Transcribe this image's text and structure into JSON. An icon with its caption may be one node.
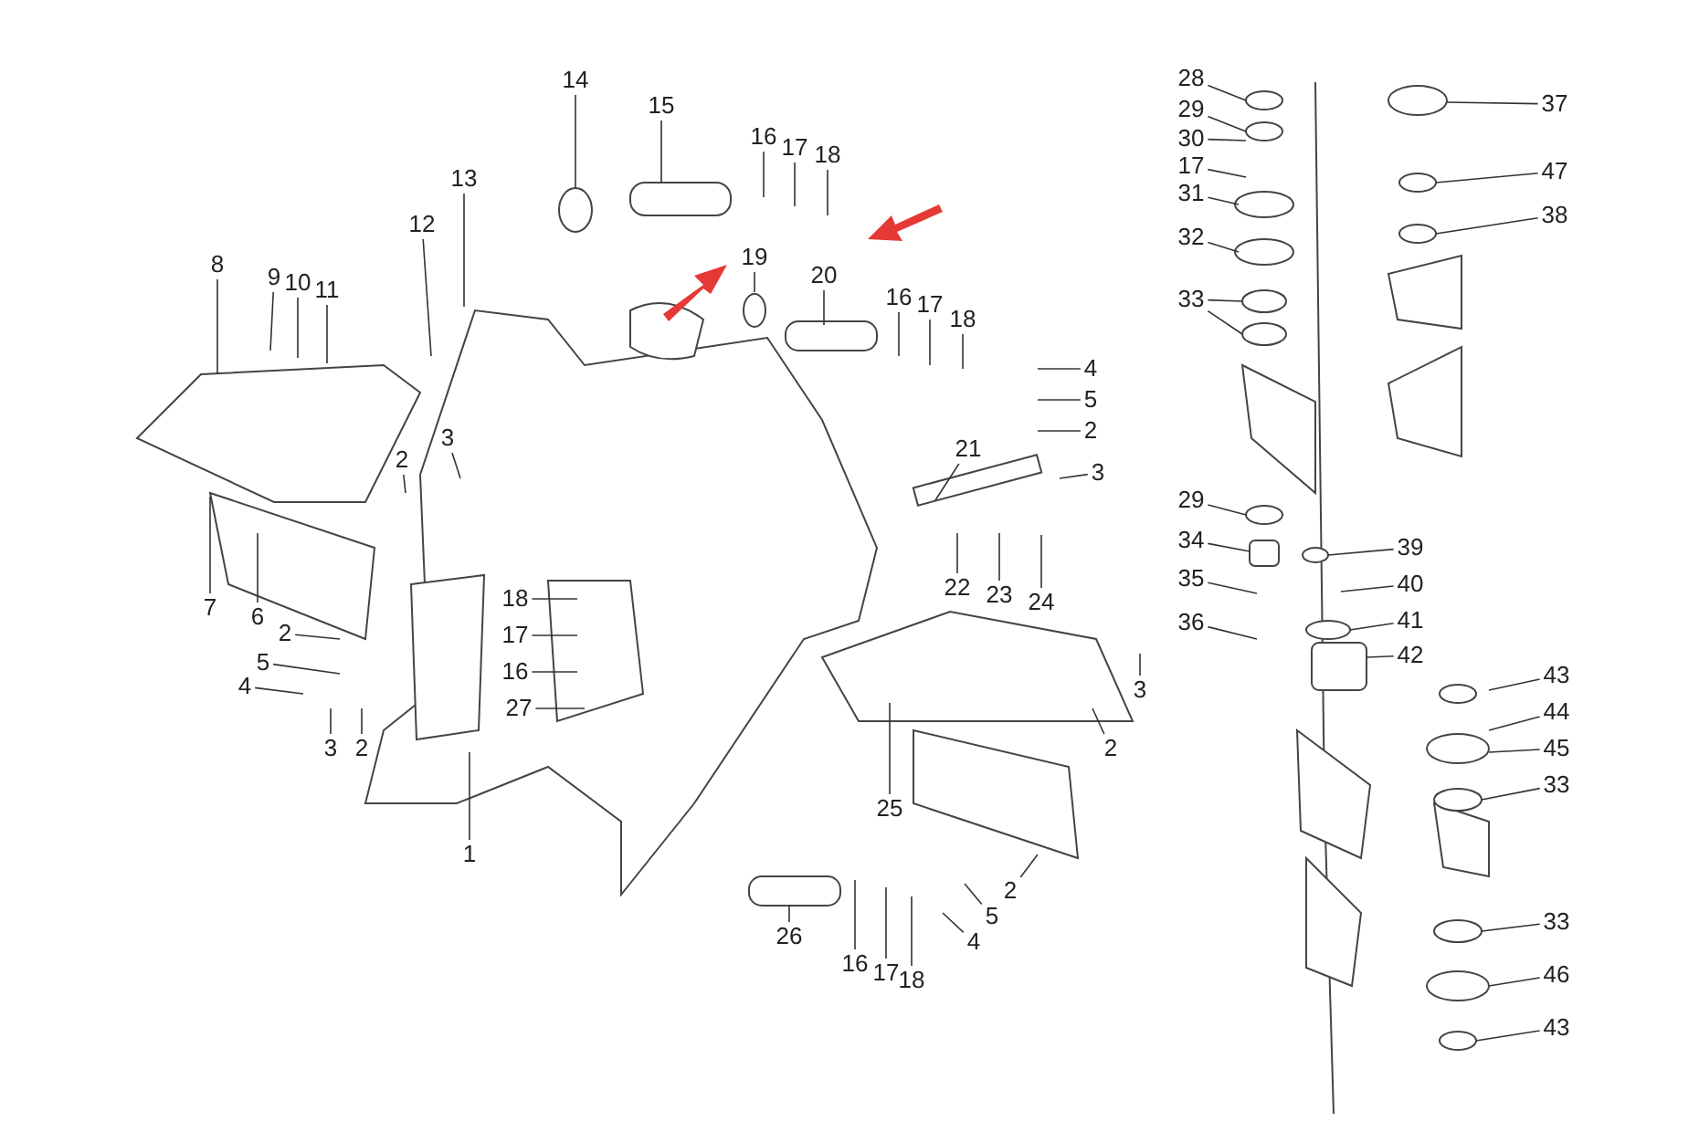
{
  "diagram": {
    "nodes": [
      {
        "text": [
          "14"
        ]
      },
      {
        "text": [
          "15"
        ]
      },
      {
        "text": [
          "16"
        ]
      },
      {
        "text": [
          "17"
        ]
      },
      {
        "text": [
          "18"
        ]
      },
      {
        "text": [
          "13"
        ]
      },
      {
        "text": [
          "19"
        ]
      },
      {
        "text": [
          "20"
        ]
      },
      {
        "text": [
          "12"
        ]
      },
      {
        "text": [
          "8"
        ]
      },
      {
        "text": [
          "9"
        ]
      },
      {
        "text": [
          "10"
        ]
      },
      {
        "text": [
          "11"
        ]
      },
      {
        "text": [
          "16"
        ]
      },
      {
        "text": [
          "17"
        ]
      },
      {
        "text": [
          "18"
        ]
      },
      {
        "text": [
          "4"
        ]
      },
      {
        "text": [
          "5"
        ]
      },
      {
        "text": [
          "2"
        ]
      },
      {
        "text": [
          "21"
        ]
      },
      {
        "text": [
          "3"
        ]
      },
      {
        "text": [
          "3"
        ]
      },
      {
        "text": [
          "2"
        ]
      },
      {
        "text": [
          "22"
        ]
      },
      {
        "text": [
          "23"
        ]
      },
      {
        "text": [
          "24"
        ]
      },
      {
        "text": [
          "7"
        ]
      },
      {
        "text": [
          "6"
        ]
      },
      {
        "text": [
          "18"
        ]
      },
      {
        "text": [
          "17"
        ]
      },
      {
        "text": [
          "16"
        ]
      },
      {
        "text": [
          "27"
        ]
      },
      {
        "text": [
          "2"
        ]
      },
      {
        "text": [
          "5"
        ]
      },
      {
        "text": [
          "4"
        ]
      },
      {
        "text": [
          "3"
        ]
      },
      {
        "text": [
          "2"
        ]
      },
      {
        "text": [
          "1"
        ]
      },
      {
        "text": [
          "25"
        ]
      },
      {
        "text": [
          "2"
        ]
      },
      {
        "text": [
          "3"
        ]
      },
      {
        "text": [
          "2"
        ]
      },
      {
        "text": [
          "5"
        ]
      },
      {
        "text": [
          "4"
        ]
      },
      {
        "text": [
          "26"
        ]
      },
      {
        "text": [
          "16"
        ]
      },
      {
        "text": [
          "17"
        ]
      },
      {
        "text": [
          "18"
        ]
      },
      {
        "text": [
          "28"
        ]
      },
      {
        "text": [
          "29"
        ]
      },
      {
        "text": [
          "30"
        ]
      },
      {
        "text": [
          "17"
        ]
      },
      {
        "text": [
          "31"
        ]
      },
      {
        "text": [
          "32"
        ]
      },
      {
        "text": [
          "33"
        ]
      },
      {
        "text": [
          "37"
        ]
      },
      {
        "text": [
          "47"
        ]
      },
      {
        "text": [
          "38"
        ]
      },
      {
        "text": [
          "29"
        ]
      },
      {
        "text": [
          "34"
        ]
      },
      {
        "text": [
          "35"
        ]
      },
      {
        "text": [
          "36"
        ]
      },
      {
        "text": [
          "39"
        ]
      },
      {
        "text": [
          "40"
        ]
      },
      {
        "text": [
          "41"
        ]
      },
      {
        "text": [
          "42"
        ]
      },
      {
        "text": [
          "43"
        ]
      },
      {
        "text": [
          "44"
        ]
      },
      {
        "text": [
          "45"
        ]
      },
      {
        "text": [
          "33"
        ]
      },
      {
        "text": [
          "33"
        ]
      },
      {
        "text": [
          "46"
        ]
      },
      {
        "text": [
          "43"
        ]
      }
    ],
    "edges": [
      {
        "from": 0,
        "to": null,
        "arrow": "none"
      },
      {
        "from": 1,
        "to": null,
        "arrow": "none"
      },
      {
        "from": 2,
        "to": null,
        "arrow": "none"
      },
      {
        "from": 3,
        "to": null,
        "arrow": "none"
      },
      {
        "from": 4,
        "to": null,
        "arrow": "none"
      },
      {
        "from": 5,
        "to": null,
        "arrow": "none"
      },
      {
        "from": 6,
        "to": null,
        "arrow": "none"
      },
      {
        "from": 7,
        "to": null,
        "arrow": "none"
      },
      {
        "from": 8,
        "to": null,
        "arrow": "none"
      },
      {
        "from": 9,
        "to": null,
        "arrow": "none"
      },
      {
        "from": 10,
        "to": null,
        "arrow": "none"
      },
      {
        "from": 11,
        "to": null,
        "arrow": "none"
      },
      {
        "from": 12,
        "to": null,
        "arrow": "none"
      },
      {
        "from": 13,
        "to": null,
        "arrow": "none"
      },
      {
        "from": 14,
        "to": null,
        "arrow": "none"
      },
      {
        "from": 15,
        "to": null,
        "arrow": "none"
      },
      {
        "from": 16,
        "to": null,
        "arrow": "none"
      },
      {
        "from": 17,
        "to": null,
        "arrow": "none"
      },
      {
        "from": 18,
        "to": null,
        "arrow": "none"
      },
      {
        "from": 19,
        "to": null,
        "arrow": "none"
      },
      {
        "from": 20,
        "to": null,
        "arrow": "none"
      },
      {
        "from": 21,
        "to": null,
        "arrow": "none"
      },
      {
        "from": 22,
        "to": null,
        "arrow": "none"
      },
      {
        "from": 23,
        "to": null,
        "arrow": "none"
      },
      {
        "from": 24,
        "to": null,
        "arrow": "none"
      },
      {
        "from": 25,
        "to": null,
        "arrow": "none"
      },
      {
        "from": 26,
        "to": null,
        "arrow": "none"
      },
      {
        "from": 27,
        "to": null,
        "arrow": "none"
      },
      {
        "from": 28,
        "to": null,
        "arrow": "none"
      },
      {
        "from": 29,
        "to": null,
        "arrow": "none"
      },
      {
        "from": 30,
        "to": null,
        "arrow": "none"
      },
      {
        "from": 31,
        "to": null,
        "arrow": "none"
      },
      {
        "from": 32,
        "to": null,
        "arrow": "none"
      },
      {
        "from": 33,
        "to": null,
        "arrow": "none"
      },
      {
        "from": 34,
        "to": null,
        "arrow": "none"
      },
      {
        "from": 35,
        "to": null,
        "arrow": "none"
      },
      {
        "from": 36,
        "to": null,
        "arrow": "none"
      },
      {
        "from": 37,
        "to": null,
        "arrow": "none"
      },
      {
        "from": 38,
        "to": null,
        "arrow": "none"
      },
      {
        "from": 39,
        "to": null,
        "arrow": "none"
      },
      {
        "from": 40,
        "to": null,
        "arrow": "none"
      },
      {
        "from": 41,
        "to": null,
        "arrow": "none"
      },
      {
        "from": 42,
        "to": null,
        "arrow": "none"
      },
      {
        "from": 43,
        "to": null,
        "arrow": "none"
      },
      {
        "from": 44,
        "to": null,
        "arrow": "none"
      },
      {
        "from": 45,
        "to": null,
        "arrow": "none"
      },
      {
        "from": 46,
        "to": null,
        "arrow": "none"
      },
      {
        "from": 47,
        "to": null,
        "arrow": "none"
      },
      {
        "from": 48,
        "to": null,
        "arrow": "none"
      },
      {
        "from": 49,
        "to": null,
        "arrow": "none"
      },
      {
        "from": 50,
        "to": null,
        "arrow": "none"
      },
      {
        "from": 51,
        "to": null,
        "arrow": "none"
      },
      {
        "from": 52,
        "to": null,
        "arrow": "none"
      },
      {
        "from": 53,
        "to": null,
        "arrow": "none"
      },
      {
        "from": 54,
        "to": null,
        "arrow": "none"
      },
      {
        "from": 54,
        "to": null,
        "arrow": "none"
      },
      {
        "from": 55,
        "to": null,
        "arrow": "none"
      },
      {
        "from": 56,
        "to": null,
        "arrow": "none"
      },
      {
        "from": 57,
        "to": null,
        "arrow": "none"
      },
      {
        "from": 58,
        "to": null,
        "arrow": "none"
      },
      {
        "from": 59,
        "to": null,
        "arrow": "none"
      },
      {
        "from": 60,
        "to": null,
        "arrow": "none"
      },
      {
        "from": 61,
        "to": null,
        "arrow": "none"
      },
      {
        "from": 62,
        "to": null,
        "arrow": "none"
      },
      {
        "from": 63,
        "to": null,
        "arrow": "none"
      },
      {
        "from": 64,
        "to": null,
        "arrow": "none"
      },
      {
        "from": 65,
        "to": null,
        "arrow": "none"
      },
      {
        "from": 66,
        "to": null,
        "arrow": "none"
      },
      {
        "from": 67,
        "to": null,
        "arrow": "none"
      },
      {
        "from": 68,
        "to": null,
        "arrow": "none"
      },
      {
        "from": 69,
        "to": null,
        "arrow": "none"
      },
      {
        "from": 70,
        "to": null,
        "arrow": "none"
      },
      {
        "from": 71,
        "to": null,
        "arrow": "none"
      },
      {
        "from": 72,
        "to": null,
        "arrow": "none"
      }
    ]
  }
}
